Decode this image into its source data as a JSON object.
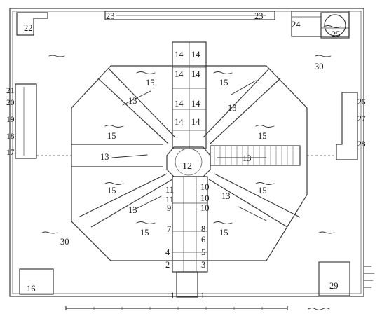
{
  "labels": {
    "l1": "1",
    "l2": "2",
    "l3": "3",
    "l4": "4",
    "l5": "5",
    "l6": "6",
    "l7": "7",
    "l8": "8",
    "l9": "9",
    "l10": "10",
    "l11": "11",
    "l12": "12",
    "l13": "13",
    "l14": "14",
    "l15": "15",
    "l16": "16",
    "l17": "17",
    "l18": "18",
    "l19": "19",
    "l20": "20",
    "l21": "21",
    "l22": "22",
    "l23": "23",
    "l24": "24",
    "l25": "25",
    "l26": "26",
    "l27": "27",
    "l28": "28",
    "l29": "29",
    "l30": "30"
  },
  "colors": {
    "ink": "#3a3a3a",
    "paper": "#ffffff"
  },
  "icons": {
    "scale": "scale-bar-icon",
    "script": "handwritten-script-icon"
  }
}
